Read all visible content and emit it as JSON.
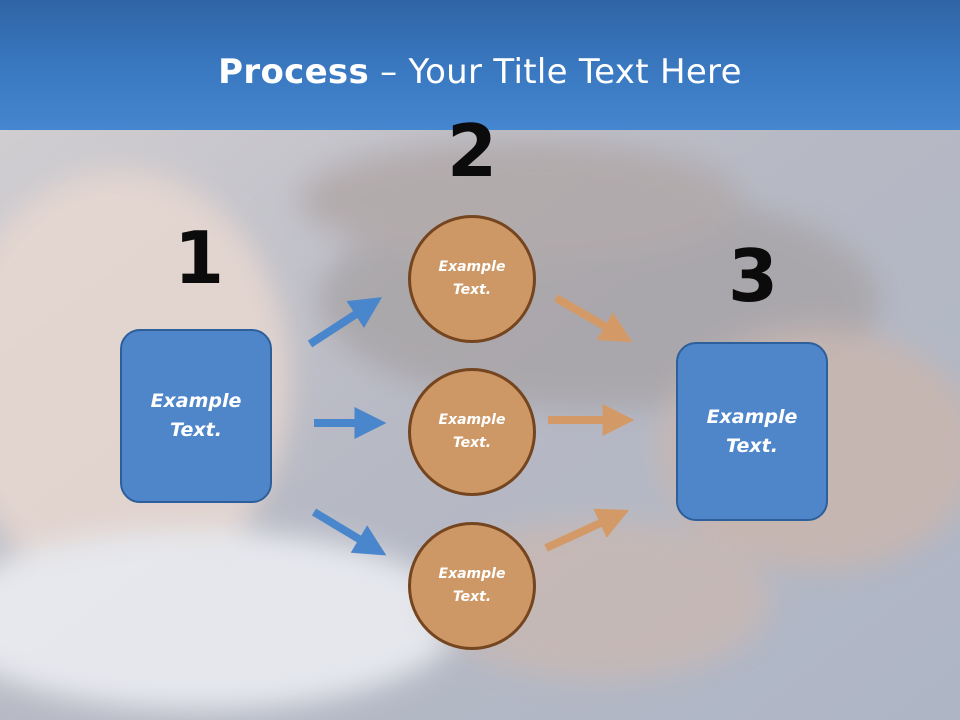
{
  "title": {
    "bold": "Process",
    "rest": " – Your Title Text Here"
  },
  "numbers": {
    "one": "1",
    "two": "2",
    "three": "3"
  },
  "left_box": {
    "line1": "Example",
    "line2": "Text."
  },
  "right_box": {
    "line1": "Example",
    "line2": "Text."
  },
  "circles": [
    {
      "line1": "Example",
      "line2": "Text."
    },
    {
      "line1": "Example",
      "line2": "Text."
    },
    {
      "line1": "Example",
      "line2": "Text."
    }
  ],
  "colors": {
    "header": "#3a79c1",
    "box_fill": "#4f86c9",
    "circle_fill": "#cd9866",
    "circle_border": "#74451e",
    "arrow_blue": "#4a86cc",
    "arrow_orange": "#d39a67"
  }
}
